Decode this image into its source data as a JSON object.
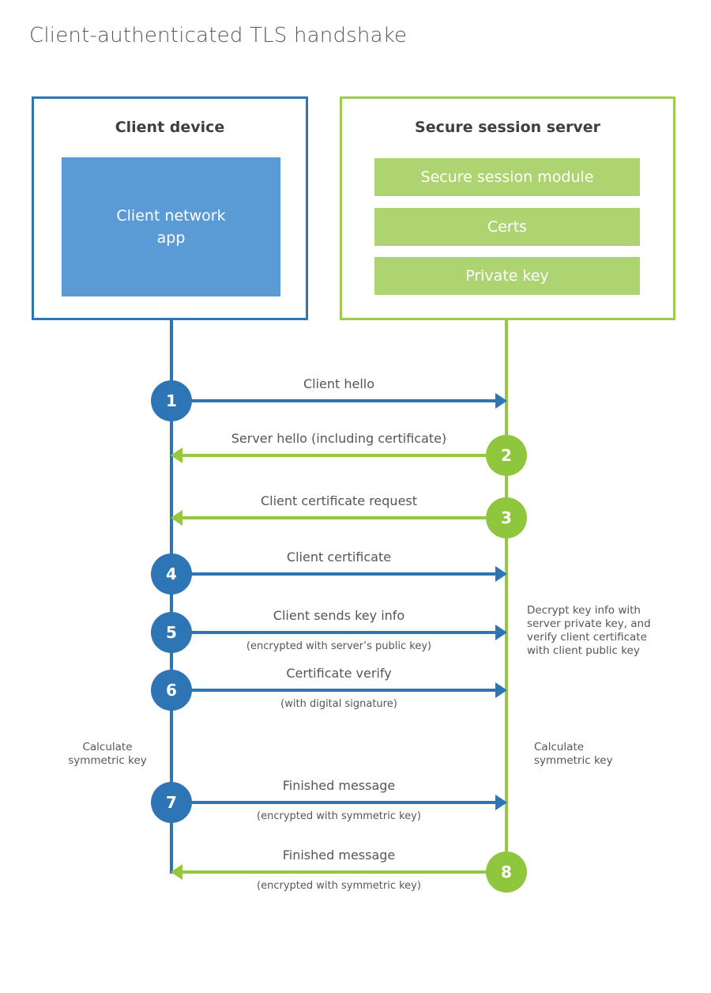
{
  "title": "Client-authenticated TLS handshake",
  "colors": {
    "blue_accent": "#2e75b6",
    "blue_fill": "#5b9bd5",
    "green_accent": "#8fc63e",
    "green_fill": "#aed472",
    "text_gray": "#55565a"
  },
  "client": {
    "title": "Client device",
    "app_label": "Client network\napp"
  },
  "server": {
    "title": "Secure session server",
    "modules": [
      "Secure session module",
      "Certs",
      "Private key"
    ]
  },
  "messages": [
    {
      "num": "1",
      "label": "Client hello",
      "sublabel": "",
      "from": "client",
      "to": "server"
    },
    {
      "num": "2",
      "label": "Server hello (including certificate)",
      "sublabel": "",
      "from": "server",
      "to": "client"
    },
    {
      "num": "3",
      "label": "Client certificate request",
      "sublabel": "",
      "from": "server",
      "to": "client"
    },
    {
      "num": "4",
      "label": "Client certificate",
      "sublabel": "",
      "from": "client",
      "to": "server"
    },
    {
      "num": "5",
      "label": "Client sends key info",
      "sublabel": "(encrypted with server’s public key)",
      "from": "client",
      "to": "server"
    },
    {
      "num": "6",
      "label": "Certificate verify",
      "sublabel": "(with digital signature)",
      "from": "client",
      "to": "server"
    },
    {
      "num": "7",
      "label": "Finished message",
      "sublabel": "(encrypted with symmetric key)",
      "from": "client",
      "to": "server"
    },
    {
      "num": "8",
      "label": "Finished message",
      "sublabel": "(encrypted with symmetric key)",
      "from": "server",
      "to": "client"
    }
  ],
  "notes": {
    "decrypt": "Decrypt key info with\nserver private key, and\nverify client certificate\nwith client public key",
    "calc_left": "Calculate\nsymmetric key",
    "calc_right": "Calculate\nsymmetric key"
  }
}
